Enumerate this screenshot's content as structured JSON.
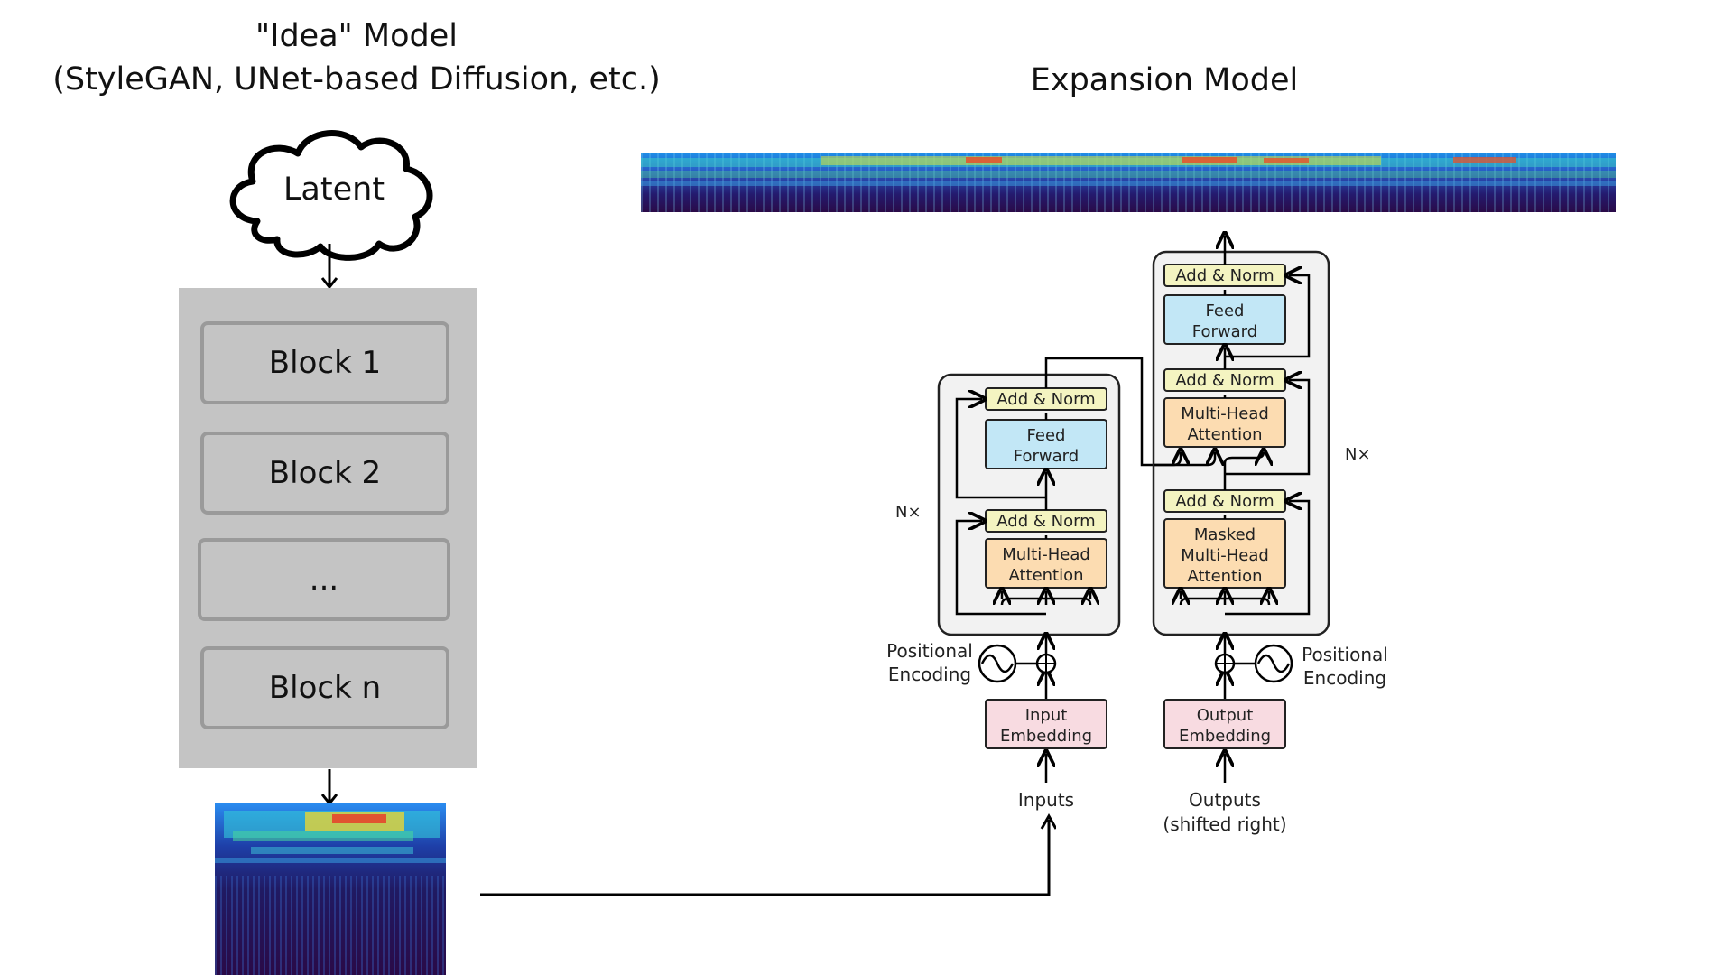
{
  "left": {
    "title_line1": "\"Idea\" Model",
    "title_line2": "(StyleGAN, UNet-based Diffusion, etc.)",
    "latent_label": "Latent",
    "blocks": [
      "Block 1",
      "Block 2",
      "...",
      "Block n"
    ]
  },
  "right": {
    "title": "Expansion Model"
  },
  "transformer": {
    "encoder": {
      "add_norm_top": "Add & Norm",
      "feed_forward": [
        "Feed",
        "Forward"
      ],
      "add_norm_bottom": "Add & Norm",
      "attention": [
        "Multi-Head",
        "Attention"
      ],
      "nx": "N×",
      "positional": [
        "Positional",
        "Encoding"
      ],
      "embedding": [
        "Input",
        "Embedding"
      ],
      "inputs": "Inputs"
    },
    "decoder": {
      "add_norm_top": "Add & Norm",
      "feed_forward": [
        "Feed",
        "Forward"
      ],
      "add_norm_mid": "Add & Norm",
      "cross_attention": [
        "Multi-Head",
        "Attention"
      ],
      "add_norm_bottom": "Add & Norm",
      "masked_attention": [
        "Masked",
        "Multi-Head",
        "Attention"
      ],
      "nx": "N×",
      "positional": [
        "Positional",
        "Encoding"
      ],
      "embedding": [
        "Output",
        "Embedding"
      ],
      "outputs": [
        "Outputs",
        "(shifted right)"
      ]
    }
  },
  "colors": {
    "panel": "#c4c4c4",
    "block_border": "#9a9a9a",
    "add_norm": "#f4f4c1",
    "feed_forward": "#c2e7f6",
    "attention": "#fcdcb1",
    "embedding": "#f8dbe1",
    "stack_bg": "#f2f2f2"
  }
}
